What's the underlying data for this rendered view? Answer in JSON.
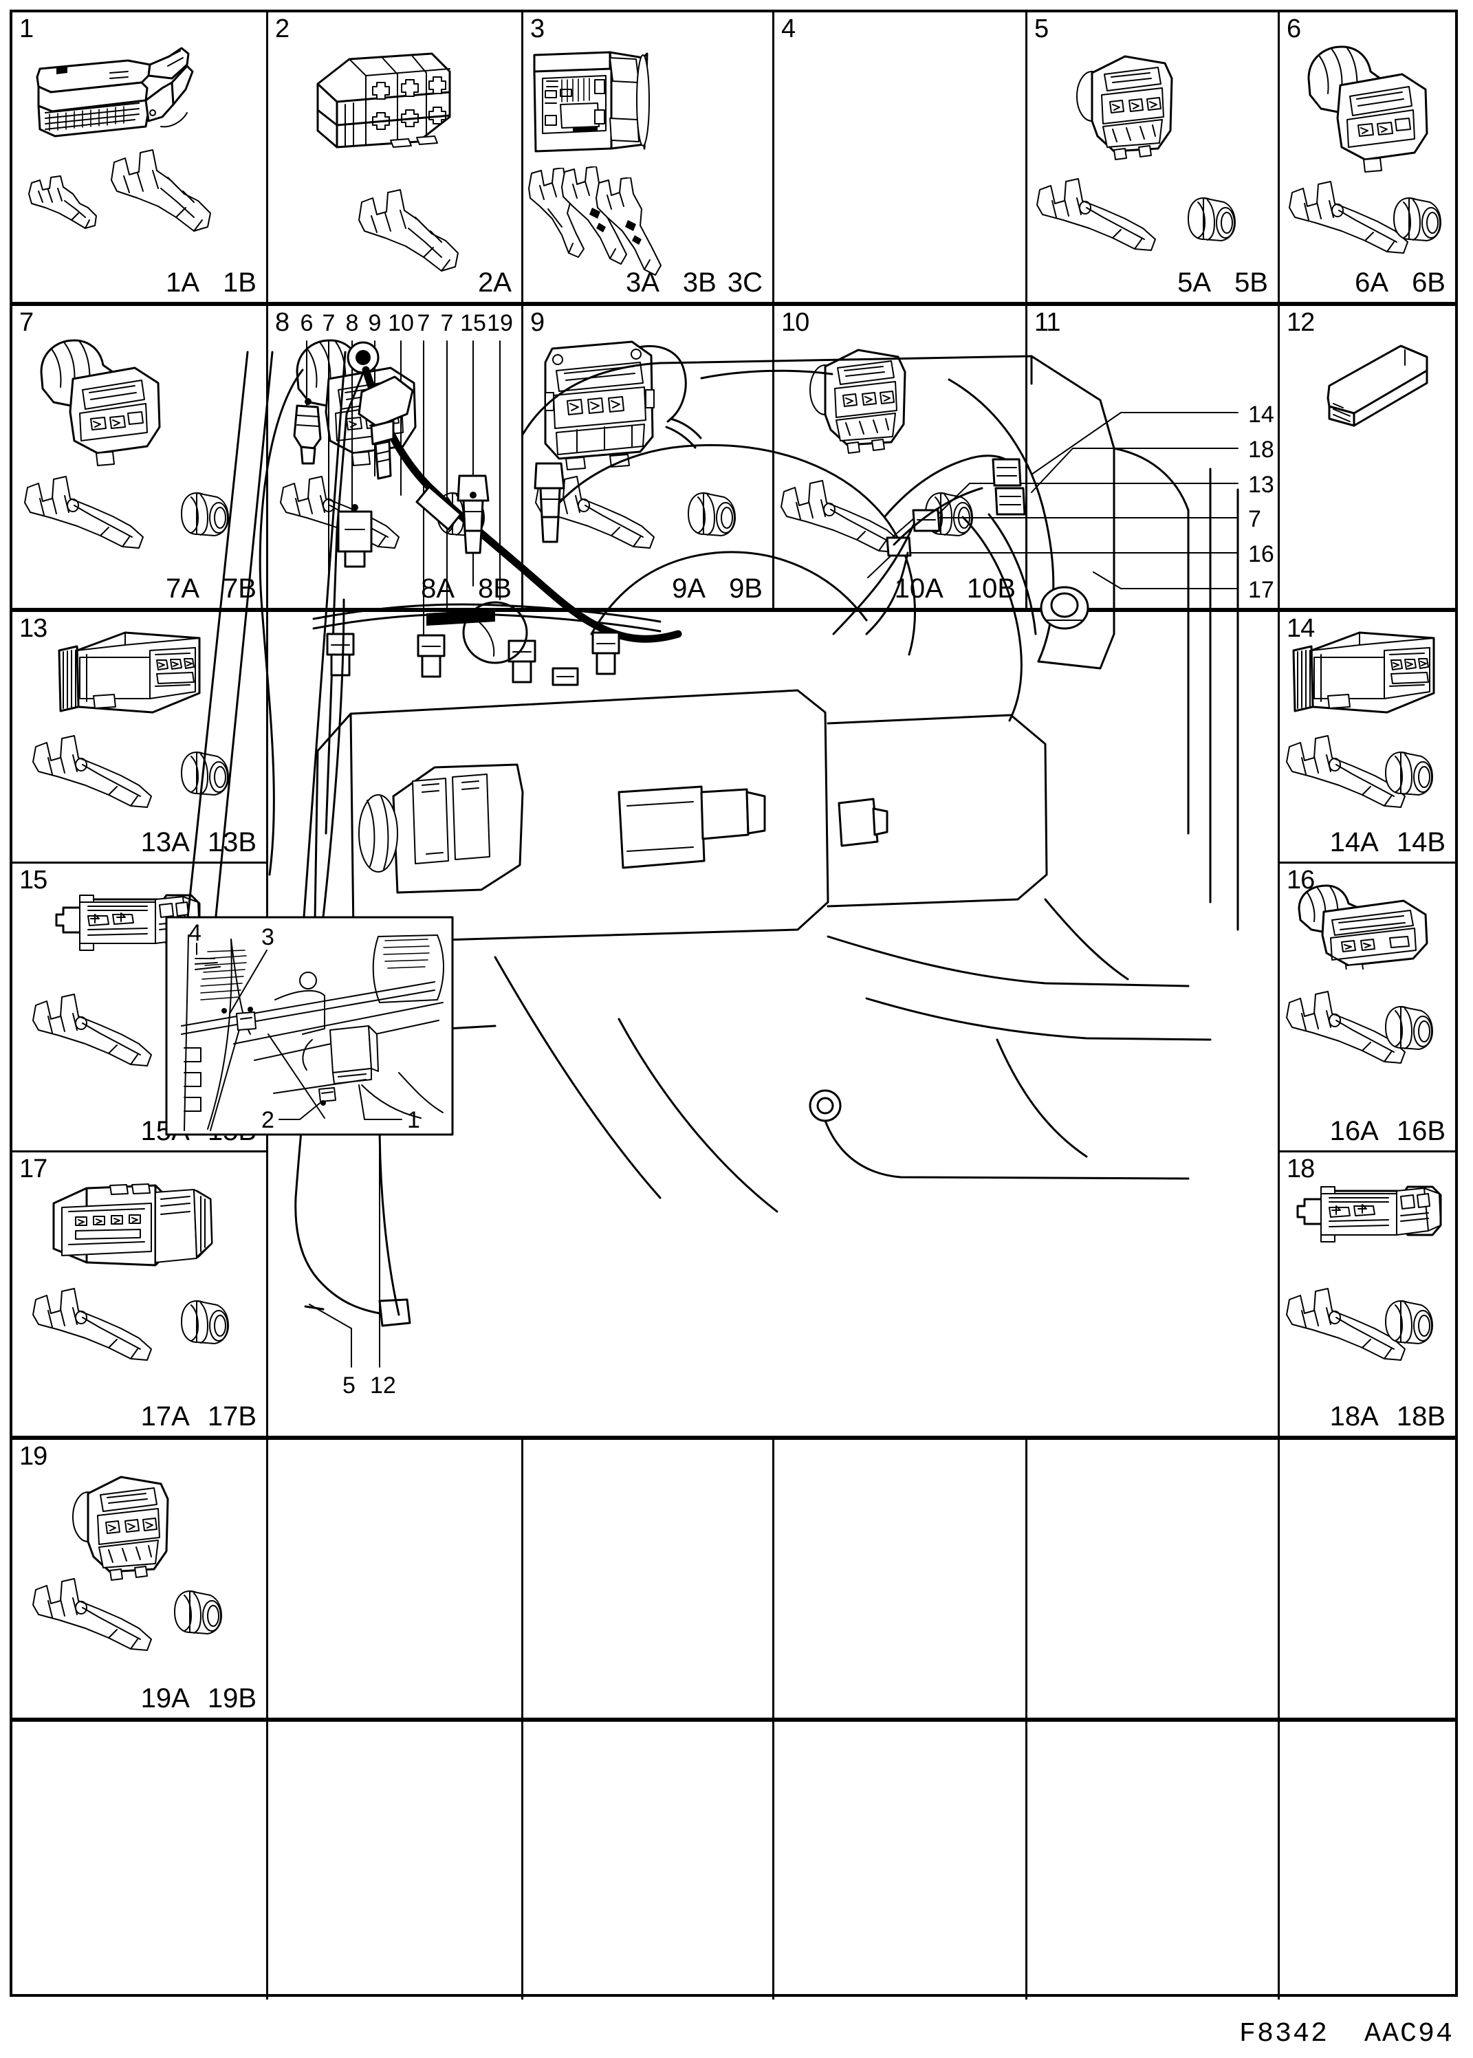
{
  "document": {
    "code": "F8342  AAC94",
    "type": "wiring-connector-parts-plate"
  },
  "cells": [
    {
      "num": "1",
      "labels": [
        "1A",
        "1B"
      ]
    },
    {
      "num": "2",
      "labels": [
        "2A"
      ]
    },
    {
      "num": "3",
      "labels": [
        "3A",
        "3B",
        "3C"
      ]
    },
    {
      "num": "4",
      "labels": []
    },
    {
      "num": "5",
      "labels": [
        "5A",
        "5B"
      ]
    },
    {
      "num": "6",
      "labels": [
        "6A",
        "6B"
      ]
    },
    {
      "num": "7",
      "labels": [
        "7A",
        "7B"
      ]
    },
    {
      "num": "8",
      "labels": [
        "8A",
        "8B"
      ]
    },
    {
      "num": "9",
      "labels": [
        "9A",
        "9B"
      ]
    },
    {
      "num": "10",
      "labels": [
        "10A",
        "10B"
      ]
    },
    {
      "num": "11",
      "labels": []
    },
    {
      "num": "12",
      "labels": []
    },
    {
      "num": "13",
      "labels": [
        "13A",
        "13B"
      ]
    },
    {
      "num": "14",
      "labels": [
        "14A",
        "14B"
      ]
    },
    {
      "num": "15",
      "labels": [
        "15A",
        "15B"
      ]
    },
    {
      "num": "16",
      "labels": [
        "16A",
        "16B"
      ]
    },
    {
      "num": "17",
      "labels": [
        "17A",
        "17B"
      ]
    },
    {
      "num": "18",
      "labels": [
        "18A",
        "18B"
      ]
    },
    {
      "num": "19",
      "labels": [
        "19A",
        "19B"
      ]
    }
  ],
  "diagram": {
    "callouts_top": [
      "6",
      "7",
      "8",
      "9",
      "10",
      "7",
      "7",
      "15",
      "19"
    ],
    "callouts_right": [
      "14",
      "18",
      "13",
      "7",
      "16",
      "17"
    ],
    "callouts_bottom": [
      "5",
      "12"
    ],
    "inset_callouts": [
      "4",
      "3",
      "2",
      "1"
    ]
  }
}
